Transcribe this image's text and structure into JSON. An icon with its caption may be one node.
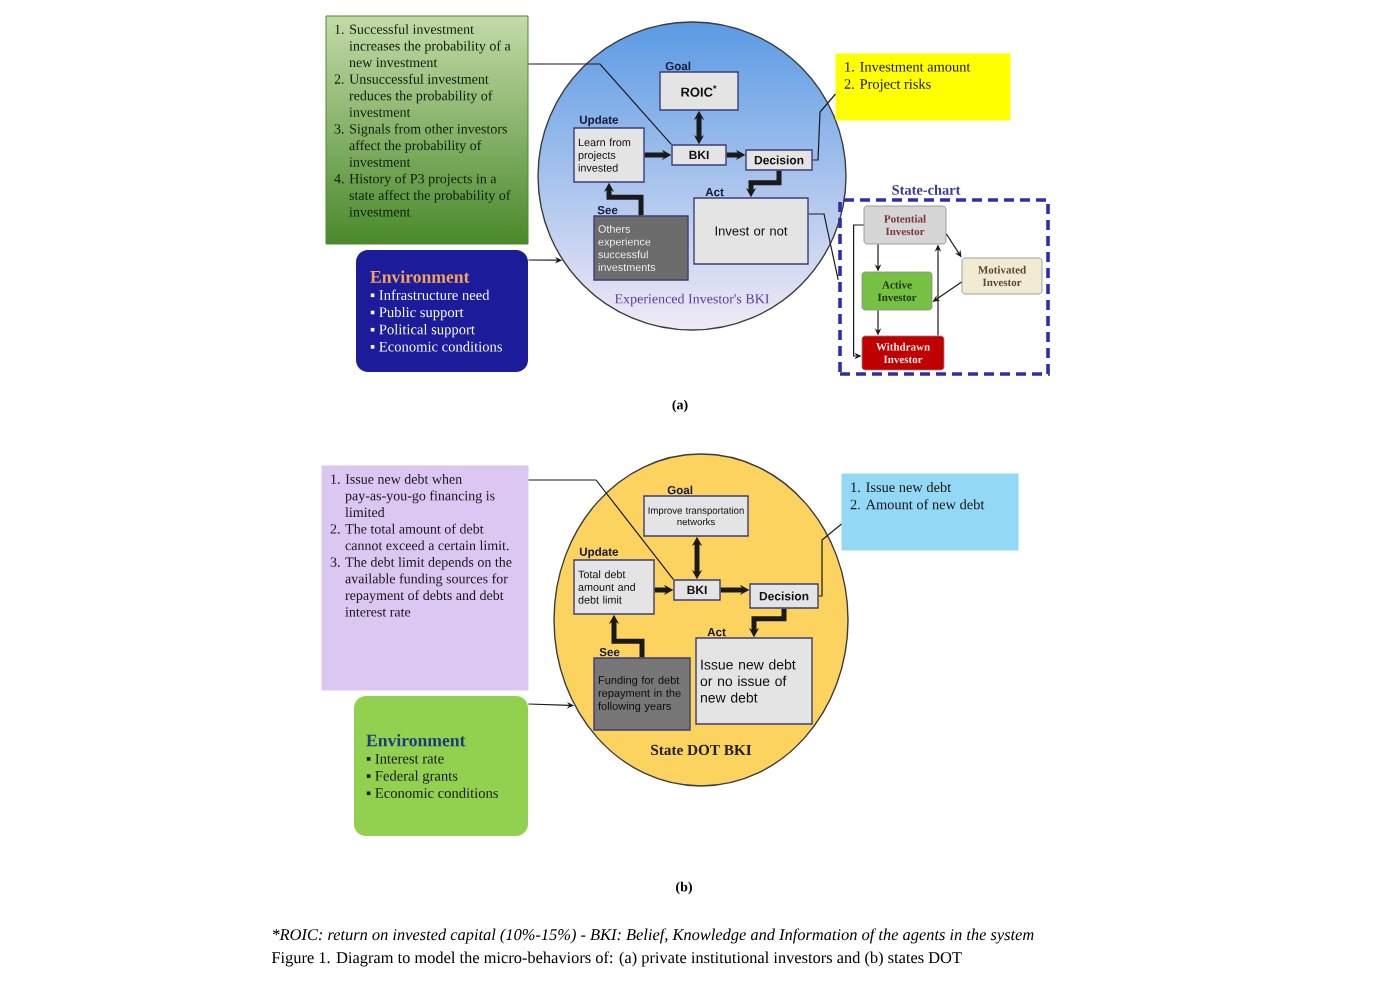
{
  "diagram": {
    "caption": "Figure 1. Diagram to model the micro-behaviors of: (a) private institutional investors and (b) states DOT",
    "nodes": [
      {
        "text": [
          "1. Successful investment increases the probability of a new investment",
          "2. Unsuccessful investment reduces the probability of investment",
          "3. Signals from other investors affect the probability of investment",
          "4. History of P3 projects in a state affect the probability of investment"
        ]
      },
      {
        "text": [
          "Environment",
          "▪ Infrastructure need",
          "▪ Public support",
          "▪ Political support",
          "▪ Economic conditions"
        ]
      },
      {
        "text": [
          "Experienced Investor's BKI"
        ]
      },
      {
        "text": [
          "Goal",
          "ROIC$^{*}$"
        ],
        "in": 2
      },
      {
        "text": [
          "Update",
          "Learn from projects invested"
        ],
        "in": 2
      },
      {
        "text": [
          "BKI"
        ],
        "in": 2
      },
      {
        "text": [
          "Decision"
        ],
        "in": 2
      },
      {
        "text": [
          "See",
          "Others experience successful investments"
        ],
        "in": 2
      },
      {
        "text": [
          "Act",
          "Invest or not"
        ],
        "in": 2
      },
      {
        "text": [
          "1. Investment amount",
          "2. Project risks"
        ]
      },
      {
        "text": [
          "State-chart"
        ]
      },
      {
        "text": [
          "Potential Investor"
        ],
        "in": 10
      },
      {
        "text": [
          "Motivated Investor"
        ],
        "in": 10
      },
      {
        "text": [
          "Active Investor"
        ],
        "in": 10
      },
      {
        "text": [
          "Withdrawn Investor"
        ],
        "in": 10
      },
      {
        "text": [
          "1. Issue new debt when pay-as-you-go financing is limited",
          "2. The total amount of debt cannot exceed a certain limit.",
          "3. The debt limit depends on the available funding sources for repayment of debts and debt interest rate"
        ]
      },
      {
        "text": [
          "Environment",
          "▪ Interest rate",
          "▪ Federal grants",
          "▪ Economic conditions"
        ]
      },
      {
        "text": [
          "State DOT BKI"
        ]
      },
      {
        "text": [
          "Goal",
          "Improve transportation networks"
        ],
        "in": 17
      },
      {
        "text": [
          "Update",
          "Total debt amount and debt limit"
        ],
        "in": 17
      },
      {
        "text": [
          "BKI"
        ],
        "in": 17
      },
      {
        "text": [
          "Decision"
        ],
        "in": 17
      },
      {
        "text": [
          "See",
          "Funding for debt repayment in the following years"
        ],
        "in": 17
      },
      {
        "text": [
          "Act",
          "Issue new debt or no issue of new debt"
        ],
        "in": 17
      },
      {
        "text": [
          "1. Issue new debt",
          "2. Amount of new debt"
        ]
      }
    ],
    "edges": [
      {
        "from": 0,
        "to": 5,
        "arrow": "none"
      },
      {
        "from": 1,
        "to": 2,
        "arrow": "to"
      },
      {
        "from": 3,
        "to": 5,
        "arrow": "both",
        "style": "thick"
      },
      {
        "from": 4,
        "to": 5,
        "arrow": "to",
        "style": "thick"
      },
      {
        "from": 5,
        "to": 6,
        "arrow": "to",
        "style": "thick"
      },
      {
        "from": 6,
        "to": 8,
        "arrow": "to",
        "style": "thick"
      },
      {
        "from": 7,
        "to": 4,
        "arrow": "to",
        "style": "thick"
      },
      {
        "from": 6,
        "to": 9,
        "arrow": "none"
      },
      {
        "from": 8,
        "to": 10,
        "arrow": "none"
      },
      {
        "from": 11,
        "to": 13,
        "arrow": "to"
      },
      {
        "from": 13,
        "to": 14,
        "arrow": "to"
      },
      {
        "from": 14,
        "to": 11,
        "arrow": "to"
      },
      {
        "from": 11,
        "to": 12,
        "arrow": "to"
      },
      {
        "from": 12,
        "to": 13,
        "arrow": "to"
      },
      {
        "from": 11,
        "to": 14,
        "arrow": "to"
      },
      {
        "from": 15,
        "to": 20,
        "arrow": "none"
      },
      {
        "from": 16,
        "to": 17,
        "arrow": "to"
      },
      {
        "from": 18,
        "to": 20,
        "arrow": "both",
        "style": "thick"
      },
      {
        "from": 19,
        "to": 20,
        "arrow": "to",
        "style": "thick"
      },
      {
        "from": 20,
        "to": 21,
        "arrow": "to",
        "style": "thick"
      },
      {
        "from": 21,
        "to": 23,
        "arrow": "to",
        "style": "thick"
      },
      {
        "from": 22,
        "to": 19,
        "arrow": "to",
        "style": "thick"
      },
      {
        "from": 21,
        "to": 24,
        "arrow": "none"
      }
    ],
    "labels": [
      "(a)",
      "(b)",
      "*ROIC: return on invested capital (10%-15%) - BKI: Belief, Knowledge and Information of the agents in the system"
    ]
  }
}
